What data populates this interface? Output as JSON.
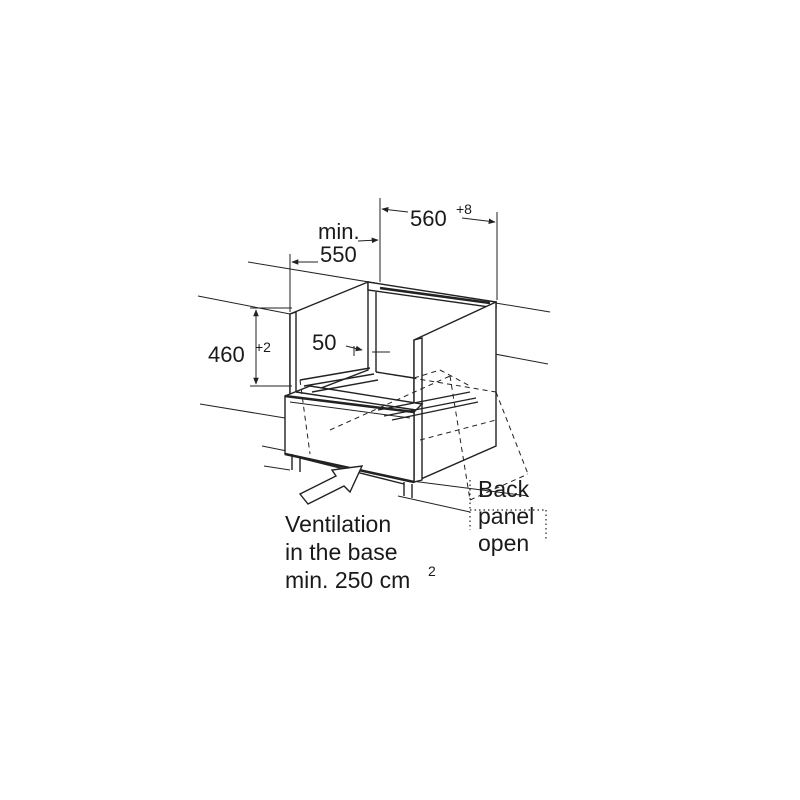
{
  "dimensions": {
    "width_value": "560",
    "width_tolerance": "+8",
    "depth_prefix": "min.",
    "depth_value": "550",
    "height_value": "460",
    "height_tolerance": "+2",
    "gap_value": "50"
  },
  "notes": {
    "ventilation_line1": "Ventilation",
    "ventilation_line2": "in the base",
    "ventilation_line3_prefix": "min. 250 cm",
    "ventilation_line3_sup": "2",
    "back_line1": "Back",
    "back_line2": "panel",
    "back_line3": "open"
  }
}
